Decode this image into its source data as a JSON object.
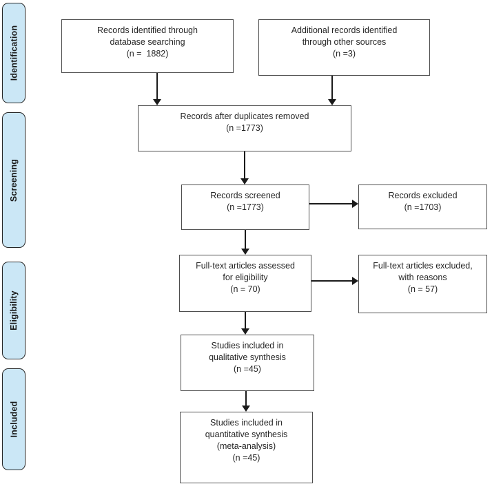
{
  "diagram": {
    "type": "prisma-flow-diagram",
    "colors": {
      "stage_fill": "#cbe7f6",
      "stage_border": "#262626",
      "flow_box_border": "#4d4d4d",
      "arrow": "#1a1a1a",
      "text": "#262626",
      "background": "#ffffff"
    },
    "stages": [
      {
        "label": "Identification"
      },
      {
        "label": "Screening"
      },
      {
        "label": "Eligibility"
      },
      {
        "label": "Included"
      }
    ],
    "boxes": {
      "identified": {
        "lines": [
          "Records identified through",
          "database searching",
          "(n =  1882)"
        ]
      },
      "additional": {
        "lines": [
          "Additional records identified",
          "through other sources",
          "(n =3)"
        ]
      },
      "duplicates": {
        "lines": [
          "Records after duplicates removed",
          "(n =1773)"
        ]
      },
      "screened": {
        "lines": [
          "Records screened",
          "(n =1773)"
        ]
      },
      "excluded": {
        "lines": [
          "Records excluded",
          "(n =1703)"
        ]
      },
      "fulltext_assessed": {
        "lines": [
          "Full-text articles assessed",
          "for eligibility",
          "(n = 70)"
        ]
      },
      "fulltext_excluded": {
        "lines": [
          "Full-text articles excluded,",
          "with reasons",
          "(n = 57)"
        ]
      },
      "qualitative": {
        "lines": [
          "Studies included in",
          "qualitative synthesis",
          "(n =45)"
        ]
      },
      "quantitative": {
        "lines": [
          "Studies included in",
          "quantitative synthesis",
          "(meta-analysis)",
          "(n =45)"
        ]
      }
    }
  }
}
